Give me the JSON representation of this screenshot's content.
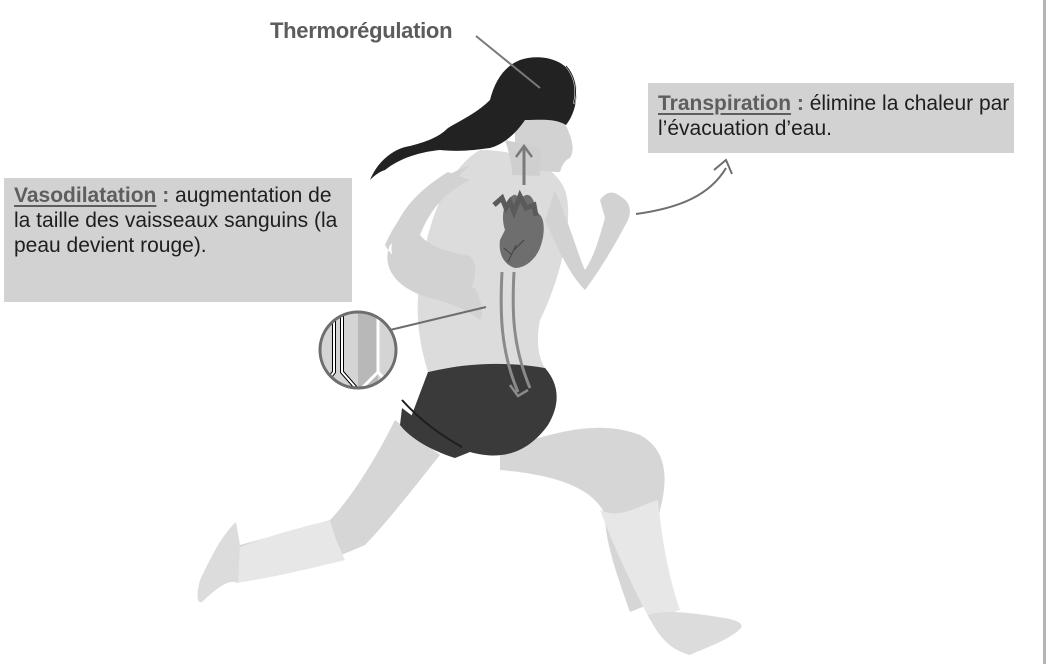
{
  "diagram": {
    "title": "Thermorégulation",
    "labels": {
      "transpiration": {
        "term": "Transpiration",
        "colon": " :",
        "description": " élimine la chaleur par l’évacuation d’eau."
      },
      "vasodilatation": {
        "term": "Vasodilatation",
        "colon": " :",
        "description": " augmentation de la taille des vaisseaux sanguins (la peau devient rouge)."
      }
    },
    "illustration": {
      "subject": "running woman",
      "elements": [
        "heart",
        "blood-flow-arrows",
        "blood-vessel-magnifier",
        "heat-arrow"
      ]
    },
    "colors": {
      "label_box": "#d2d2d2",
      "term_text": "#5e5e5e",
      "body_text": "#1e1e1e",
      "hair": "#222222",
      "shorts": "#3a3a3a",
      "skin": "#d4d4d4",
      "socks": "#e6e6e6",
      "arrow": "#7a7a7a"
    }
  }
}
